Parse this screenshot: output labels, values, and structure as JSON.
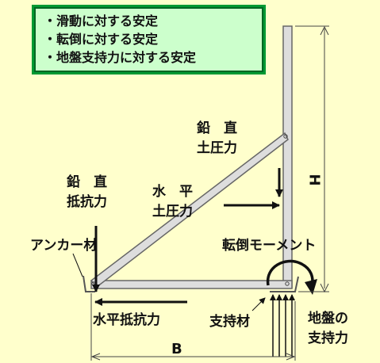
{
  "info_box": {
    "lines": [
      "・滑動に対する安定",
      "・転倒に対する安定",
      "・地盤支持力に対する安定"
    ]
  },
  "labels": {
    "vertical_earth_pressure": [
      "鉛　直",
      "土圧力"
    ],
    "vertical_resistance": [
      "鉛　直",
      "抵抗力"
    ],
    "horizontal_earth_pressure": [
      "水　平",
      "土圧力"
    ],
    "anchor": "アンカー材",
    "overturning_moment": "転倒モーメント",
    "horizontal_resistance": "水平抵抗力",
    "support_member": "支持材",
    "bearing_capacity": [
      "地盤の",
      "支持力"
    ],
    "height": "H",
    "base_width": "B"
  },
  "colors": {
    "background": "#ffffcc",
    "box_border": "#009933",
    "box_fill": "#ccffcc",
    "member_fill": "#dddddd",
    "member_stroke": "#666666"
  }
}
